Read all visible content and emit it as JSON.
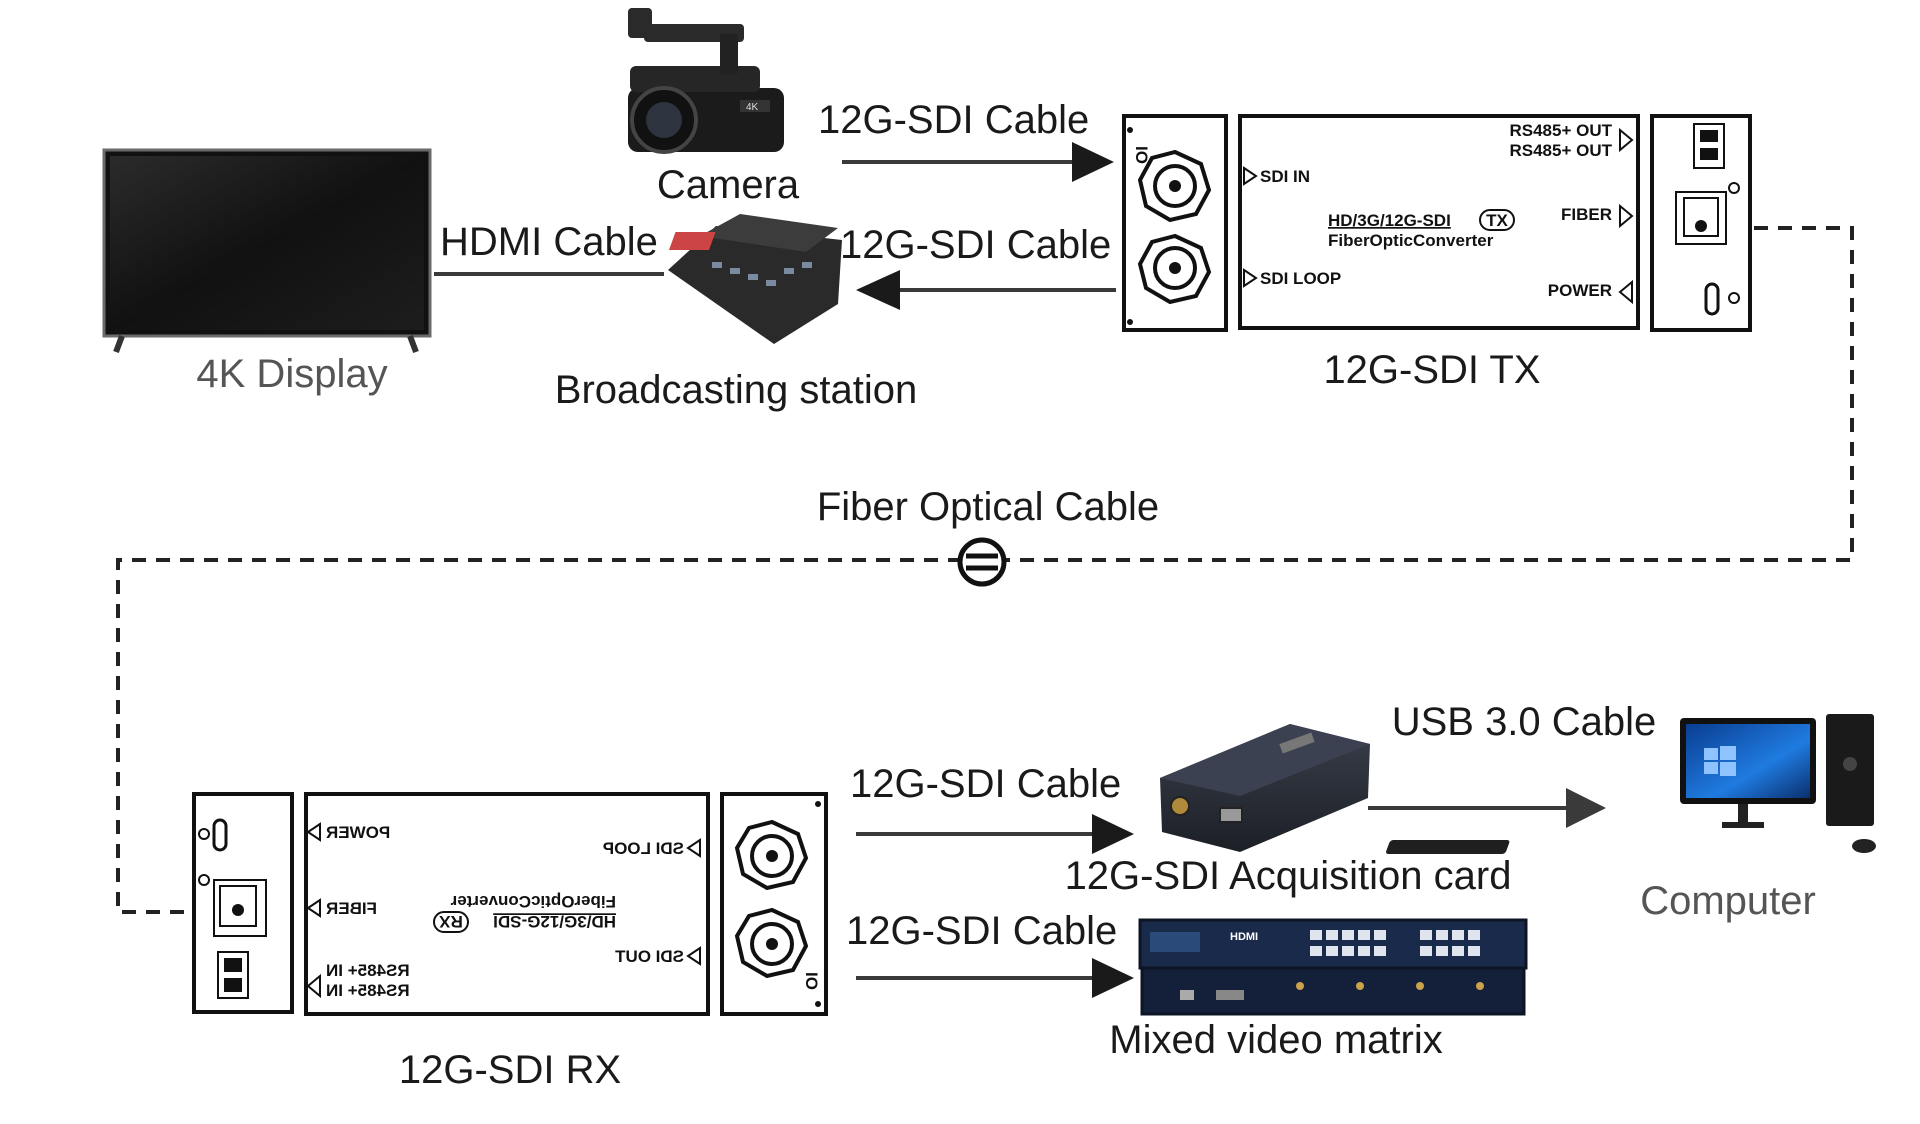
{
  "labels": {
    "camera": "Camera",
    "display": "4K Display",
    "broadcast": "Broadcasting station",
    "tx": "12G-SDI TX",
    "rx": "12G-SDI RX",
    "fiber_cable": "Fiber Optical Cable",
    "acq_card": "12G-SDI Acquisition card",
    "matrix": "Mixed video matrix",
    "computer": "Computer"
  },
  "cables": {
    "cam_to_tx": "12G-SDI Cable",
    "tx_to_broadcast": "12G-SDI Cable",
    "hdmi": "HDMI Cable",
    "rx_to_card": "12G-SDI Cable",
    "rx_to_matrix": "12G-SDI Cable",
    "usb": "USB 3.0 Cable"
  },
  "tx_panel": {
    "port_sdi_in": "SDI IN",
    "port_sdi_loop": "SDI LOOP",
    "port_rs485_1": "RS485+ OUT",
    "port_rs485_2": "RS485+ OUT",
    "port_fiber": "FIBER",
    "port_power": "POWER",
    "model": "HD/3G/12G-SDI",
    "model_badge": "TX",
    "name": "FiberOpticConverter",
    "io": "IO"
  },
  "rx_panel": {
    "port_power": "POWER",
    "port_fiber": "FIBER",
    "port_rs485_1": "RS485+ IN",
    "port_rs485_2": "RS485+ IN",
    "port_sdi_loop": "SDI LOOP",
    "port_sdi_out": "SDI OUT",
    "model": "HD/3G/12G-SDI",
    "model_badge": "RX",
    "name": "FiberOpticConverter",
    "io": "IO"
  },
  "camera_badge": "4K",
  "matrix_brand": "HDMI"
}
